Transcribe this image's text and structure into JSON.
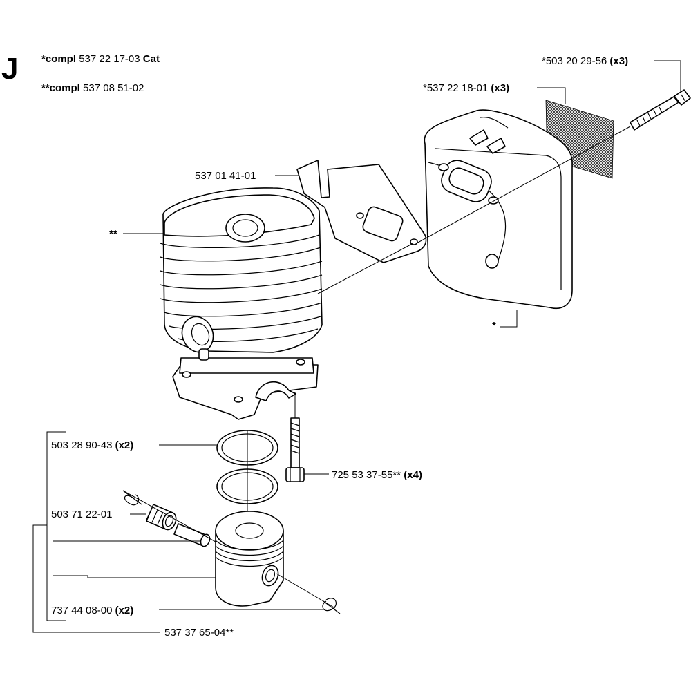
{
  "section_letter": "J",
  "header": {
    "line1": {
      "prefix": "*compl",
      "number": "537 22 17-03",
      "suffix": "Cat"
    },
    "line2": {
      "prefix": "**compl",
      "number": "537 08 51-02"
    }
  },
  "labels": {
    "bolt_long": {
      "num": "*503 20 29-56",
      "qty": "(x3)"
    },
    "screen": {
      "num": "*537 22 18-01",
      "qty": "(x3)"
    },
    "bracket": {
      "num": "537 01 41-01"
    },
    "cylinder": {
      "num": "**"
    },
    "muffler": {
      "num": "*"
    },
    "rings": {
      "num": "503 28 90-43",
      "qty": "(x2)"
    },
    "bolt_short": {
      "num": "725 53 37-55**",
      "qty": "(x4)"
    },
    "bearing": {
      "num": "503 71 22-01"
    },
    "circlip": {
      "num": "737 44 08-00",
      "qty": "(x2)"
    },
    "piston_kit": {
      "num": "537 37 65-04**"
    }
  }
}
